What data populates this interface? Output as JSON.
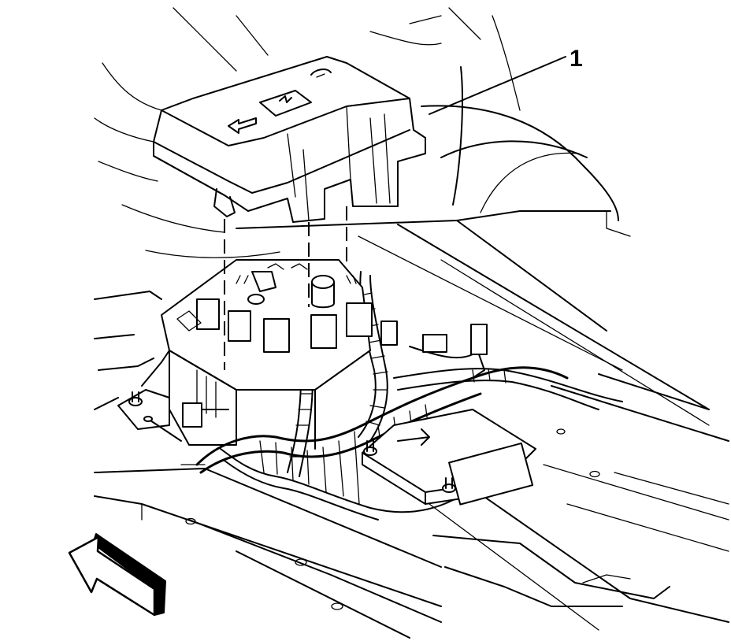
{
  "diagram": {
    "callouts": [
      {
        "number": "1",
        "target": "fuse-block-cover"
      }
    ],
    "direction_arrow": {
      "meaning": "vehicle-forward",
      "icon": "forward-arrow-icon"
    },
    "colors": {
      "line": "#000000",
      "background": "#ffffff"
    }
  }
}
